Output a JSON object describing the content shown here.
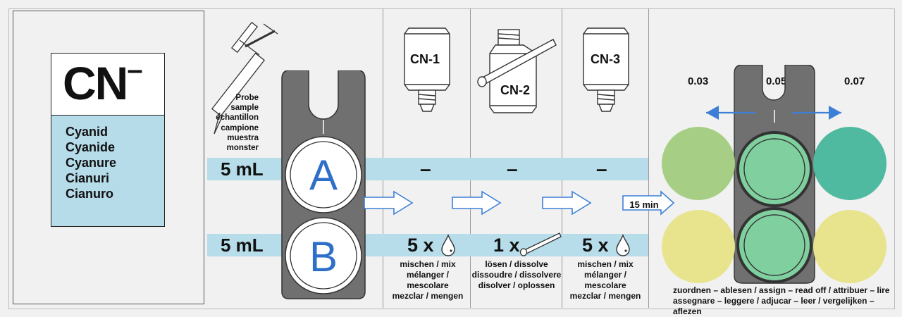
{
  "label": {
    "formula": "CN",
    "superscript": "–",
    "names": [
      "Cyanid",
      "Cyanide",
      "Cyanure",
      "Cianuri",
      "Cianuro"
    ]
  },
  "probe": [
    "Probe",
    "sample",
    "échantillon",
    "campione",
    "muestra",
    "monster"
  ],
  "rows": {
    "a": {
      "volume": "5 mL",
      "letter": "A"
    },
    "b": {
      "volume": "5 mL",
      "letter": "B"
    }
  },
  "steps": [
    {
      "reagent": "CN-1",
      "row_a": "–",
      "row_b": "5 x",
      "icon": "drop-icon",
      "instructions": [
        "mischen / mix",
        "mélanger / mescolare",
        "mezclar / mengen"
      ]
    },
    {
      "reagent": "CN-2",
      "row_a": "–",
      "row_b": "1 x",
      "icon": "spoon-icon",
      "instructions": [
        "lösen / dissolve",
        "dissoudre / dissolvere",
        "disolver / oplossen"
      ]
    },
    {
      "reagent": "CN-3",
      "row_a": "–",
      "row_b": "5 x",
      "icon": "drop-icon",
      "instructions": [
        "mischen / mix",
        "mélanger / mescolare",
        "mezclar / mengen"
      ]
    }
  ],
  "wait": "15 min",
  "comparator": {
    "concentrations": [
      "0.03",
      "0.05",
      "0.07"
    ],
    "instructions": [
      "zuordnen – ablesen / assign – read off / attribuer – lire",
      "assegnare – leggere / adjucar – leer / vergelijken – aflezen"
    ]
  },
  "colors": {
    "band": "#b7dcea",
    "arrow": "#3d7fd6",
    "letters": "#2e6fc9",
    "swatch_low": "#a6cf85",
    "swatch_mid": "#7fcf9f",
    "swatch_high": "#4fbaa0",
    "swatch_blank": "#e8e48d"
  }
}
